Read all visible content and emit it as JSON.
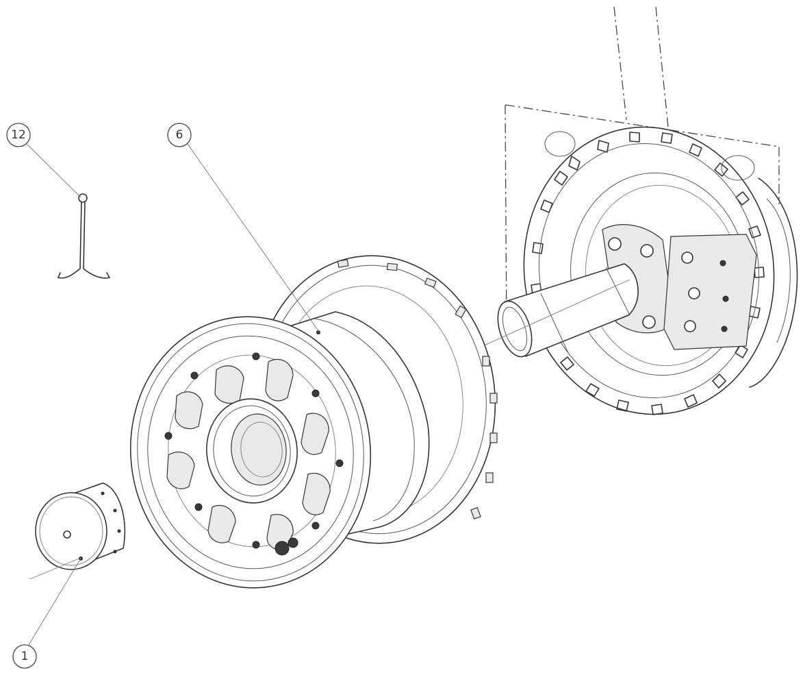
{
  "callouts": {
    "item_12": "12",
    "item_6": "6",
    "item_1": "1"
  }
}
